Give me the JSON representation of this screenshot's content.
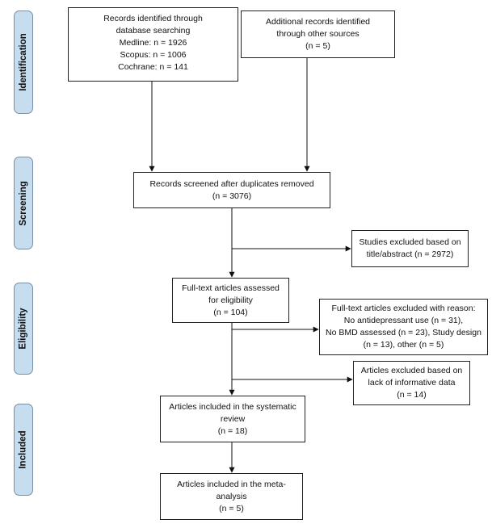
{
  "stages": {
    "identification": "Identification",
    "screening": "Screening",
    "eligibility": "Eligibility",
    "included": "Included"
  },
  "boxes": {
    "database_records": {
      "lines": [
        "Records identified through",
        "database searching",
        "Medline: n = 1926",
        "Scopus: n = 1006",
        "Cochrane: n = 141"
      ]
    },
    "other_sources": {
      "lines": [
        "Additional records identified",
        "through other sources",
        "(n = 5)"
      ]
    },
    "screened": {
      "lines": [
        "Records screened after duplicates removed",
        "(n = 3076)"
      ]
    },
    "excluded_title_abstract": {
      "lines": [
        "Studies excluded based on",
        "title/abstract (n = 2972)"
      ]
    },
    "fulltext_assessed": {
      "lines": [
        "Full-text articles assessed",
        "for eligibility",
        "(n = 104)"
      ]
    },
    "fulltext_excluded": {
      "lines": [
        "Full-text articles excluded with reason:",
        "No antidepressant use (n = 31),",
        "No BMD assessed (n = 23), Study design",
        "(n = 13), other (n = 5)"
      ]
    },
    "excluded_informative": {
      "lines": [
        "Articles excluded based on",
        "lack of informative data",
        "(n = 14)"
      ]
    },
    "systematic_review": {
      "lines": [
        "Articles included in the systematic",
        "review",
        "(n = 18)"
      ]
    },
    "meta_analysis": {
      "lines": [
        "Articles included in the meta-",
        "analysis",
        "(n = 5)"
      ]
    }
  },
  "colors": {
    "stage_fill": "#c6dcef",
    "stage_border": "#7a8ea3",
    "box_border": "#222222",
    "connector": "#111111"
  }
}
